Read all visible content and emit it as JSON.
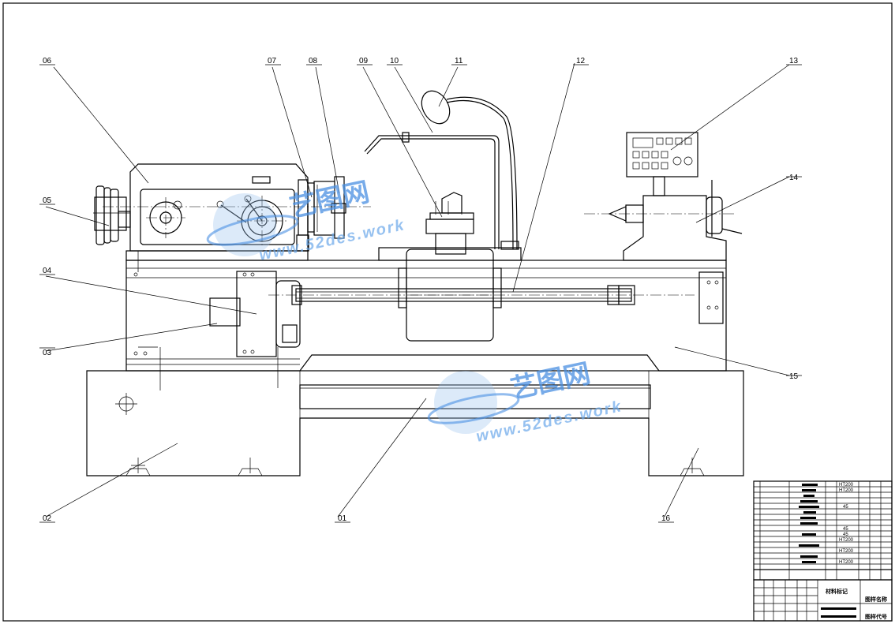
{
  "part_labels": [
    "01",
    "02",
    "03",
    "04",
    "05",
    "06",
    "07",
    "08",
    "09",
    "10",
    "11",
    "12",
    "13",
    "14",
    "15",
    "16"
  ],
  "watermark": {
    "brand": "艺图网",
    "url": "www.52des.work",
    "color": "#4a90e2"
  },
  "title_block": {
    "material": [
      "HT200",
      "HT200",
      "45",
      "45",
      "45",
      "HT200",
      "HT200",
      "HT200"
    ],
    "marking": "材料标记",
    "drawing_name": "图样名称",
    "drawing_code": "图样代号"
  }
}
